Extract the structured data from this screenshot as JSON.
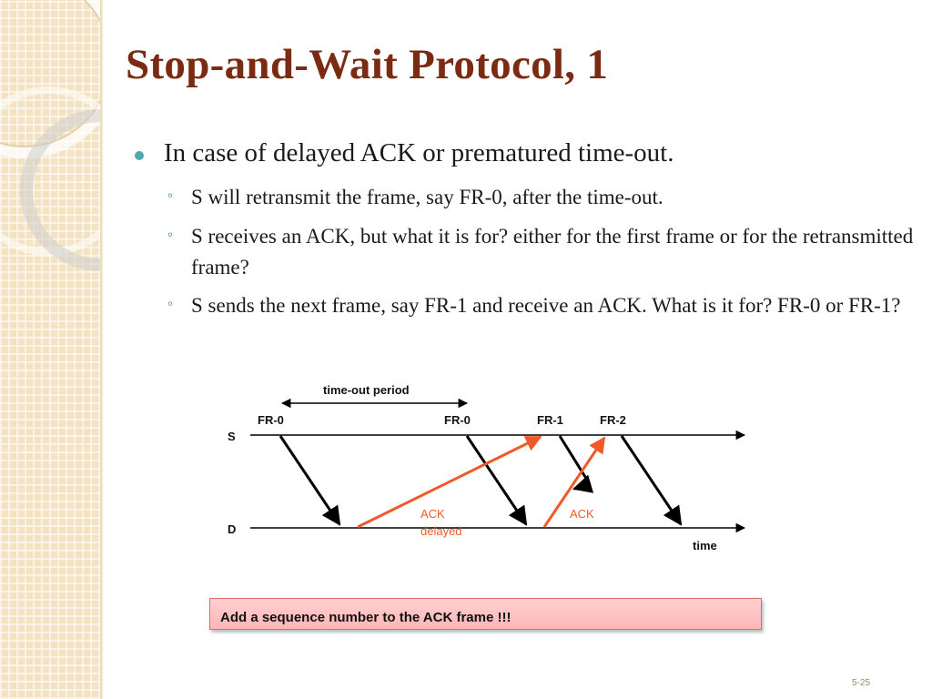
{
  "title": "Stop-and-Wait Protocol, 1",
  "bullets": {
    "main": "In case of delayed ACK or prematured time-out.",
    "subs": [
      "S  will retransmit the frame, say FR-0, after the time-out.",
      "S  receives an ACK, but what it is for? either for the first frame or for the retransmitted frame?",
      "S  sends the next frame, say FR-1 and receive an ACK. What is it for? FR-0 or FR-1?"
    ],
    "sub_marker": "◦"
  },
  "diagram": {
    "period_label": "time-out period",
    "sender_label": "S",
    "receiver_label": "D",
    "time_label": "time",
    "frames": [
      "FR-0",
      "FR-0",
      "FR-1",
      "FR-2"
    ],
    "ack_delayed_line1": "ACK",
    "ack_delayed_line2": "delayed",
    "ack_label": "ACK",
    "colors": {
      "frame": "#000000",
      "ack": "#f05a28",
      "line": "#000000"
    }
  },
  "callout": {
    "text": "Add a sequence number to the ACK frame !!!"
  },
  "slide_number": "5-25"
}
